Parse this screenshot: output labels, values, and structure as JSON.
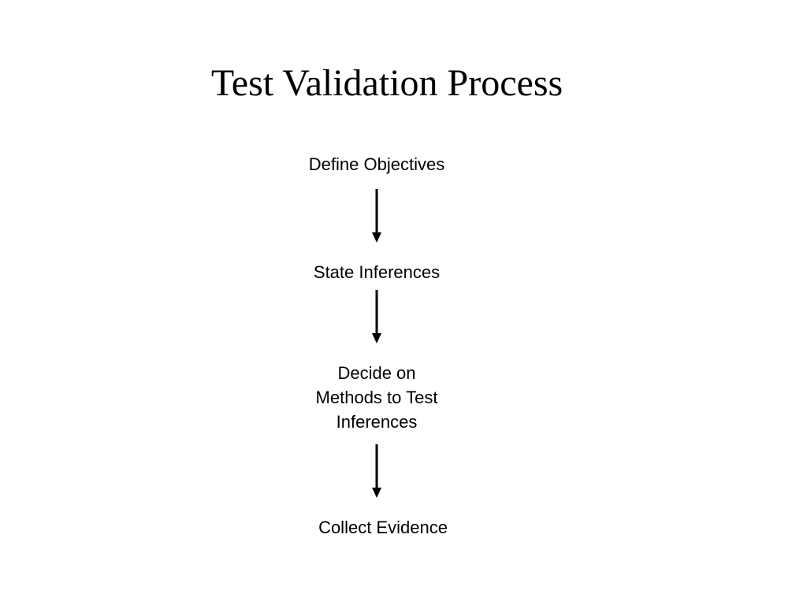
{
  "slide": {
    "title": "Test Validation Process"
  },
  "flow": {
    "steps": [
      {
        "line1": "Define Objectives"
      },
      {
        "line1": "State Inferences"
      },
      {
        "line1": "Decide on",
        "line2": "Methods to Test",
        "line3": "Inferences"
      },
      {
        "line1": "Collect Evidence"
      }
    ]
  },
  "colors": {
    "text": "#000000",
    "arrow": "#000000",
    "background": "#ffffff"
  },
  "icons": {
    "connector": "down-arrow-icon"
  }
}
